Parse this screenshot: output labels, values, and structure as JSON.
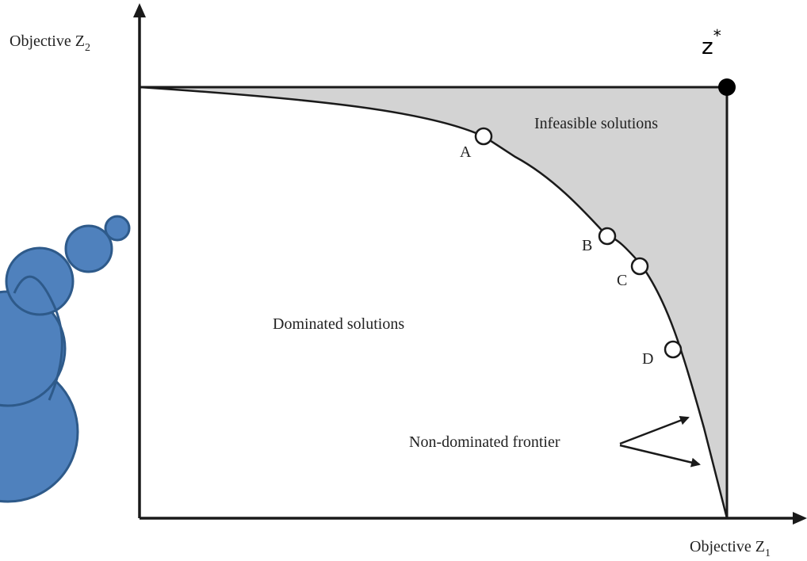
{
  "axes": {
    "x_label": "Objective Z",
    "x_label_sub": "1",
    "y_label": "Objective Z",
    "y_label_sub": "2"
  },
  "ideal_point": {
    "label": "z",
    "label_sup": "*"
  },
  "regions": {
    "infeasible": "Infeasible solutions",
    "dominated": "Dominated solutions"
  },
  "frontier": {
    "label": "Non-dominated frontier"
  },
  "points": [
    {
      "label": "A"
    },
    {
      "label": "B"
    },
    {
      "label": "C"
    },
    {
      "label": "D"
    }
  ],
  "colors": {
    "infeasible_fill": "#d3d3d3",
    "bubble_fill": "#4f81bd",
    "bubble_stroke": "#2e5a8a",
    "line": "#1a1a1a"
  }
}
